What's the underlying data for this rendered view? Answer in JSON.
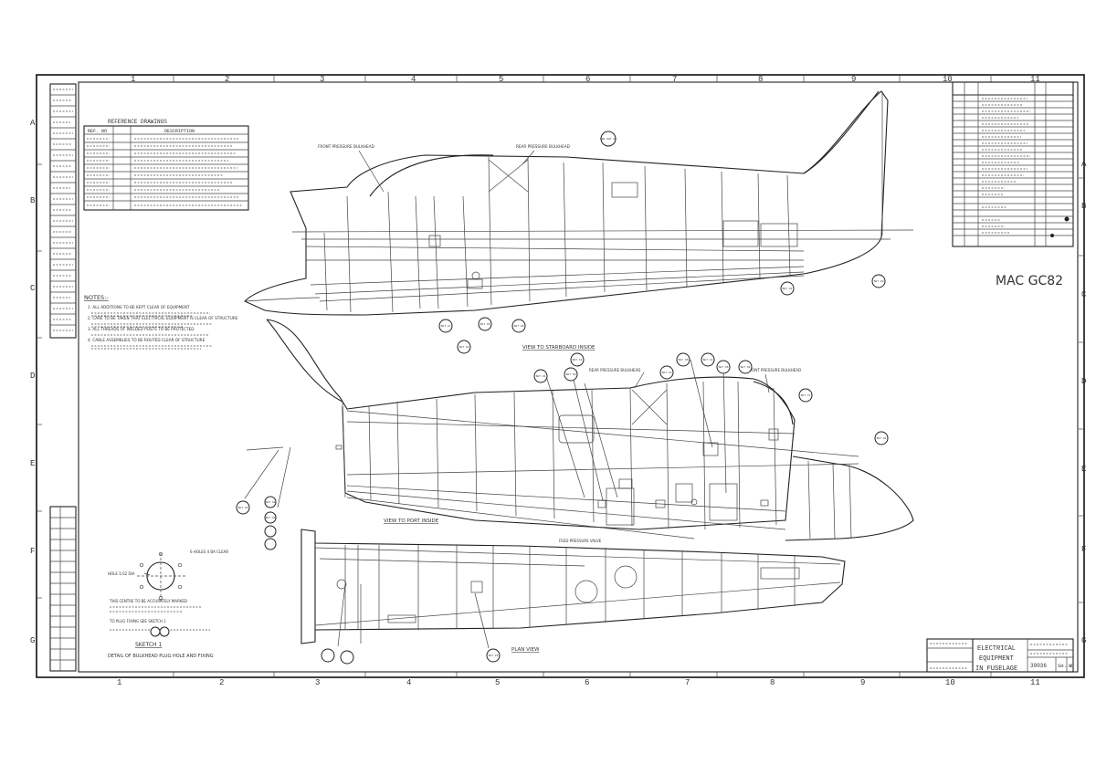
{
  "grid": {
    "columns_top": [
      "1",
      "2",
      "3",
      "4",
      "5",
      "6",
      "7",
      "8",
      "9",
      "10",
      "11"
    ],
    "columns_bottom": [
      "1",
      "2",
      "3",
      "4",
      "5",
      "6",
      "7",
      "8",
      "9",
      "10",
      "11"
    ],
    "rows_left": [
      "A",
      "B",
      "C",
      "D",
      "E",
      "F",
      "G"
    ],
    "rows_right": [
      "A",
      "B",
      "C",
      "D",
      "E",
      "F",
      "G"
    ]
  },
  "reference_drawings": {
    "title": "REFERENCE DRAWINGS",
    "col_ref": "REF. NO",
    "col_desc": "DESCRIPTION"
  },
  "notes": {
    "heading": "NOTES:-",
    "items": [
      "1. ALL ADDITIONS TO BE KEPT CLEAR OF EQUIPMENT",
      "2. CARE TO BE TAKEN THAT ELECTRICAL EQUIPMENT IS CLEAR OF STRUCTURE",
      "3. ALL THREADS OF WELDED POSTS TO BE PROTECTED",
      "4. CABLE ASSEMBLIES TO BE ROUTED CLEAR OF STRUCTURE"
    ]
  },
  "views": {
    "starboard": "VIEW TO STARBOARD INSIDE",
    "port": "VIEW TO PORT INSIDE",
    "plan": "PLAN VIEW"
  },
  "callouts_top": {
    "front_pressure": "FRONT PRESSURE BULKHEAD",
    "rear_pressure": "REAR PRESSURE BULKHEAD"
  },
  "callouts_mid": {
    "rear_pressure": "REAR PRESSURE BULKHEAD",
    "front_pressure": "FRONT PRESSURE BULKHEAD",
    "feed_valve": "FEED PRESSURE VALVE"
  },
  "sketch": {
    "title": "SKETCH 1",
    "subtitle": "DETAIL OF BULKHEAD PLUG HOLE AND FIXING",
    "label_a": "HOLE 1/32 DIA",
    "label_b": "6 HOLES 4 BA CLEAR",
    "note_a": "THIS CENTRE TO BE ACCURATELY MARKED",
    "note_b": "TO PLUG FIXING SEE SKETCH 1"
  },
  "annotation": "MAC GC82",
  "title_block": {
    "title_l1": "ELECTRICAL",
    "title_l2": "EQUIPMENT",
    "title_l3": "IN FUSELAGE",
    "drawing_no": "39036",
    "sheet": "SH. 2",
    "sheet_tail": "H"
  },
  "bubbles": [
    "SEE SHT 20",
    "SHT 37",
    "SHT 16",
    "SHT 38",
    "SHT 39",
    "SHT 44",
    "SHT 40",
    "SHT 31",
    "SHT 39",
    "SHT 18",
    "SHT 19",
    "SHT 35",
    "SHT 41",
    "SHT 36",
    "SHT 39",
    "SHT 37",
    "SHT 38",
    "SHT 46",
    "SHT 44",
    "SHT 45",
    "SHT 29"
  ],
  "colors": {
    "ink": "#222222",
    "paper": "#ffffff"
  }
}
